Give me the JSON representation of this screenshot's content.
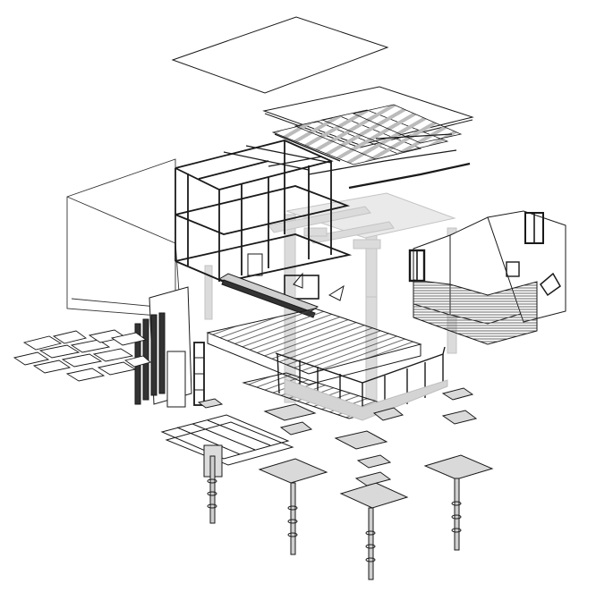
{
  "diagram": {
    "kind": "exploded axonometric drawing",
    "colors": {
      "line": "#1a1a1a",
      "light_line": "#8a8a8a",
      "ghost_fill": "#d4d4d4",
      "ghost_stroke": "#bdbdbd",
      "hatch": "#555555",
      "panel_fill": "#e6e6e6"
    },
    "components": [
      "roof-sheet",
      "roof-deck",
      "rafters",
      "frame",
      "wall-volume",
      "tube-columns",
      "side-module",
      "floor-deck",
      "railing",
      "stair",
      "pavers",
      "door",
      "floor-beams",
      "footings",
      "screw-piles"
    ]
  }
}
